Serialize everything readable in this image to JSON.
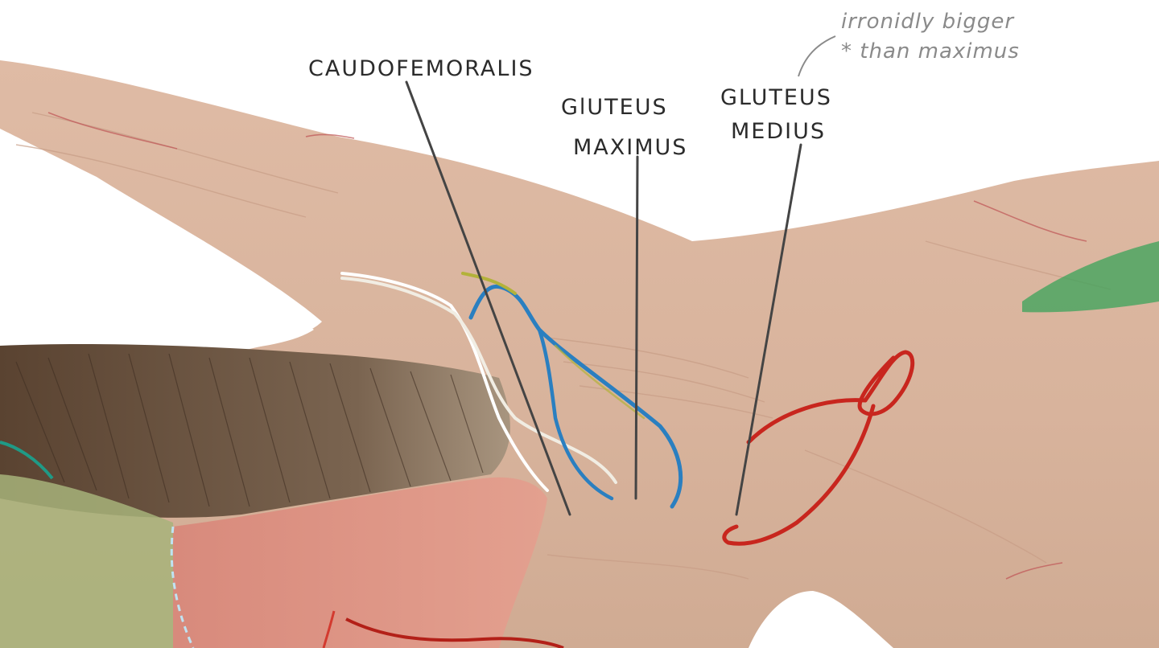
{
  "labels": {
    "caudofemoralis": "CAUDOFEMORALIS",
    "gluteus_maximus_line1": "GlUTEUS",
    "gluteus_maximus_line2": "MAXIMUS",
    "gluteus_medius_line1": "GLUTEUS",
    "gluteus_medius_line2": "MEDIUS"
  },
  "note": {
    "line1": "irronidly bigger",
    "line2": "* than maximus"
  },
  "colors": {
    "tissue": "#d9b29a",
    "fur": "#6b5240",
    "wire_white": "#f4f1ea",
    "wire_blue": "#2a7fc0",
    "wire_red": "#c8261e",
    "green_patch": "#3aa35a",
    "pink_patch": "#d98c80"
  }
}
